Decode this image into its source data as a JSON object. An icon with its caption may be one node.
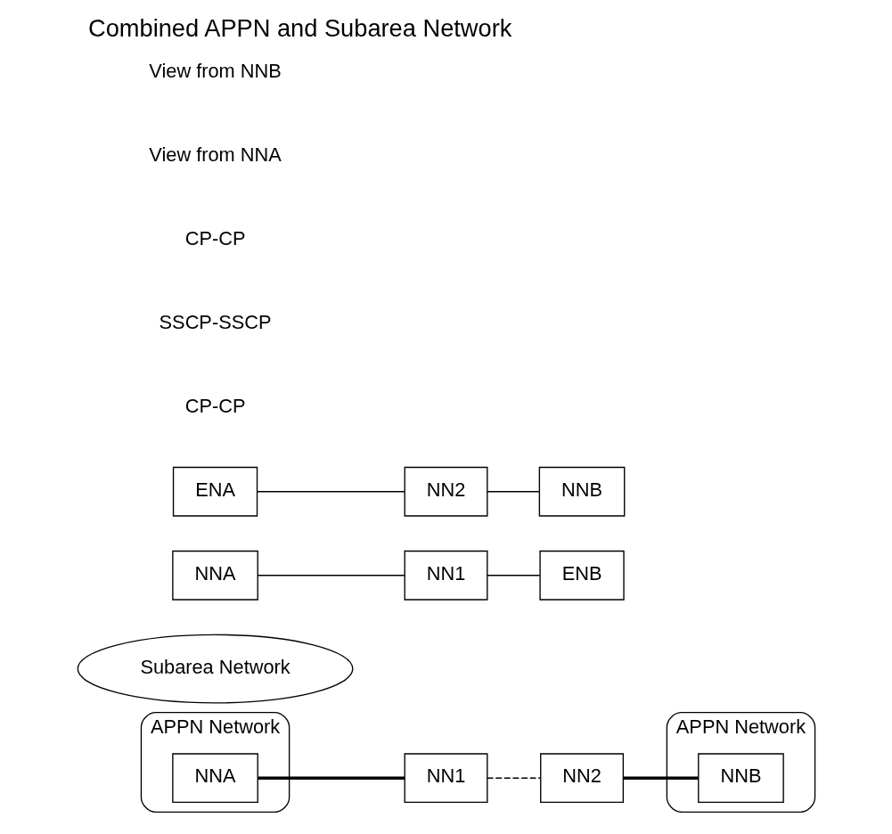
{
  "diagram": {
    "title": "Combined APPN and Subarea Network",
    "nodes": [
      {
        "text": [
          "APPN Network"
        ]
      },
      {
        "text": [
          "NNA"
        ],
        "in": 0
      },
      {
        "text": [
          "Subarea Network"
        ]
      },
      {
        "text": [
          "NN1"
        ]
      },
      {
        "text": [
          "NN2"
        ]
      },
      {
        "text": [
          "APPN Network"
        ]
      },
      {
        "text": [
          "NNB"
        ],
        "in": 5
      },
      {
        "text": [
          "NNA"
        ]
      },
      {
        "text": [
          "NN1"
        ]
      },
      {
        "text": [
          "ENB"
        ]
      },
      {
        "text": [
          "ENA"
        ]
      },
      {
        "text": [
          "NN2"
        ]
      },
      {
        "text": [
          "NNB"
        ]
      }
    ],
    "edges": [
      {
        "from": 1,
        "to": 3,
        "arrow": "none",
        "style": "thick"
      },
      {
        "from": 3,
        "to": 4,
        "arrow": "none",
        "style": "dashed"
      },
      {
        "from": 4,
        "to": 6,
        "arrow": "none",
        "style": "thick"
      },
      {
        "from": 7,
        "to": 8,
        "arrow": "none"
      },
      {
        "from": 8,
        "to": 9,
        "arrow": "none"
      },
      {
        "from": 10,
        "to": 11,
        "arrow": "none"
      },
      {
        "from": 11,
        "to": 12,
        "arrow": "none"
      }
    ],
    "labels": [
      "CP-CP",
      "SSCP-SSCP",
      "CP-CP",
      "View from NNA",
      "View from NNB"
    ]
  }
}
